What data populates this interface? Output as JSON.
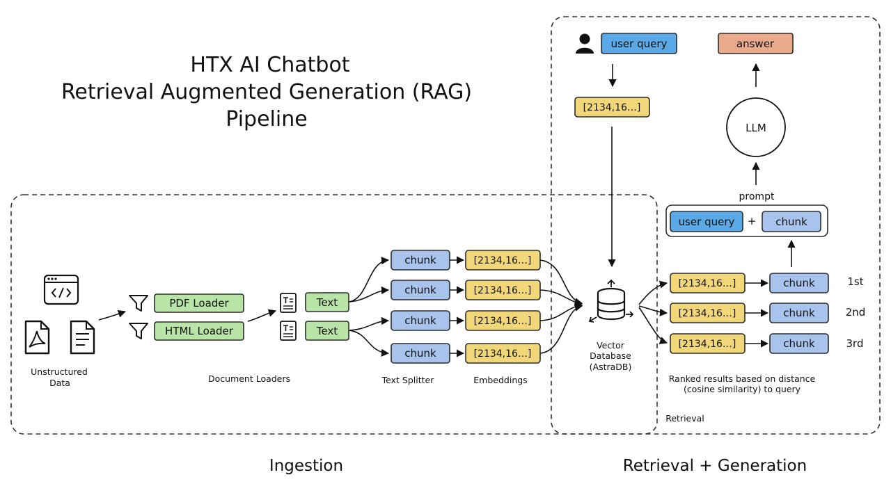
{
  "title": {
    "line1": "HTX AI Chatbot",
    "line2": "Retrieval Augmented Generation (RAG)",
    "line3": "Pipeline"
  },
  "sections": {
    "ingestion": "Ingestion",
    "retrieval_generation": "Retrieval + Generation",
    "retrieval": "Retrieval"
  },
  "captions": {
    "unstructured_line1": "Unstructured",
    "unstructured_line2": "Data",
    "document_loaders": "Document Loaders",
    "text_splitter": "Text Splitter",
    "embeddings": "Embeddings",
    "vector_line1": "Vector",
    "vector_line2": "Database",
    "vector_line3": "(AstraDB)",
    "ranked_line1": "Ranked results based on distance",
    "ranked_line2": "(cosine similarity) to query",
    "prompt": "prompt"
  },
  "loaders": {
    "pdf": "PDF Loader",
    "html": "HTML Loader"
  },
  "texts": [
    "Text",
    "Text"
  ],
  "chunks": [
    "chunk",
    "chunk",
    "chunk",
    "chunk"
  ],
  "embeddings": [
    "[2134,16…]",
    "[2134,16…]",
    "[2134,16…]",
    "[2134,16…]"
  ],
  "retrieval": {
    "user_query": "user query",
    "query_embedding": "[2134,16…]",
    "ranked_embeddings": [
      "[2134,16…]",
      "[2134,16…]",
      "[2134,16…]"
    ],
    "ranked_chunks": [
      "chunk",
      "chunk",
      "chunk"
    ],
    "ranks": [
      "1st",
      "2nd",
      "3rd"
    ]
  },
  "prompt": {
    "user_query": "user query",
    "plus": "+",
    "chunk": "chunk"
  },
  "llm": "LLM",
  "answer": "answer",
  "colors": {
    "green": "#b9e4a8",
    "blue": "#a9c4ec",
    "yellow": "#f2d77a",
    "query_blue": "#5aa9e6",
    "answer_orange": "#e9a98b"
  }
}
